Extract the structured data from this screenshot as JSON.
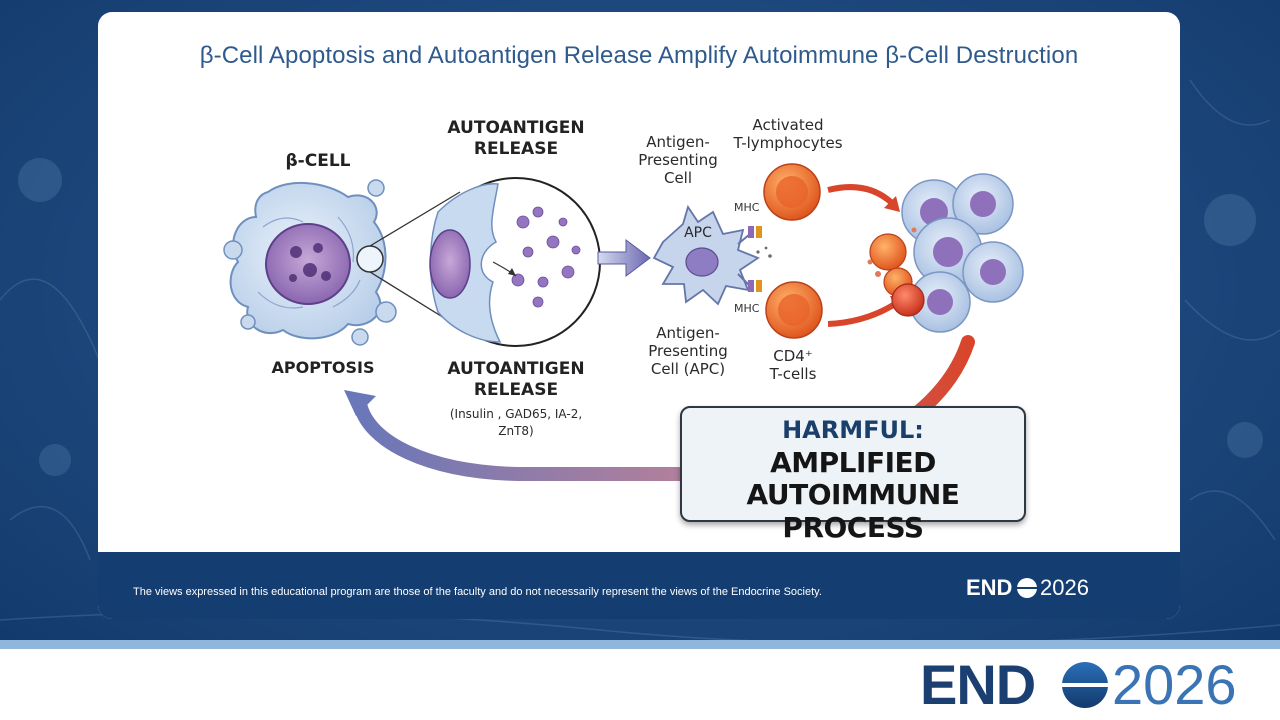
{
  "slide": {
    "title": "β-Cell Apoptosis and Autoantigen Release Amplify Autoimmune β-Cell Destruction"
  },
  "diagram": {
    "beta_cell_label": "β-CELL",
    "apoptosis_label": "APOPTOSIS",
    "autoantigen_top_line1": "AUTOANTIGEN",
    "autoantigen_top_line2": "RELEASE",
    "autoantigen_bottom_line1": "AUTOANTIGEN",
    "autoantigen_bottom_line2": "RELEASE",
    "autoantigen_list_line1": "(Insulin , GAD65, IA-2,",
    "autoantigen_list_line2": "ZnT8)",
    "apc_top_line1": "Antigen-",
    "apc_top_line2": "Presenting",
    "apc_top_line3": "Cell",
    "apc_center": "APC",
    "apc_bottom_line1": "Antigen-",
    "apc_bottom_line2": "Presenting",
    "apc_bottom_line3": "Cell (APC)",
    "mhc_top": "MHC",
    "mhc_bottom": "MHC",
    "tcell_top_line1": "Activated",
    "tcell_top_line2": "T-lymphocytes",
    "cd4_line1": "CD4⁺",
    "cd4_line2": "T-cells",
    "harmful_line1": "HARMFUL:",
    "harmful_line2": "AMPLIFIED",
    "harmful_line3": "AUTOIMMUNE PROCESS"
  },
  "footer": {
    "disclaimer": "The views expressed in this educational program are those of the faculty and do not necessarily represent the views of the Endocrine Society.",
    "logo_end": "END",
    "logo_year": "2026"
  },
  "brand": {
    "logo_end": "END",
    "logo_year": "2026"
  },
  "colors": {
    "footer_bg": "#143d71",
    "title_color": "#2f5a8e",
    "brand_blue": "#1a3f70",
    "arrow_red": "#d9452b",
    "arrow_blue": "#6a77b8"
  }
}
